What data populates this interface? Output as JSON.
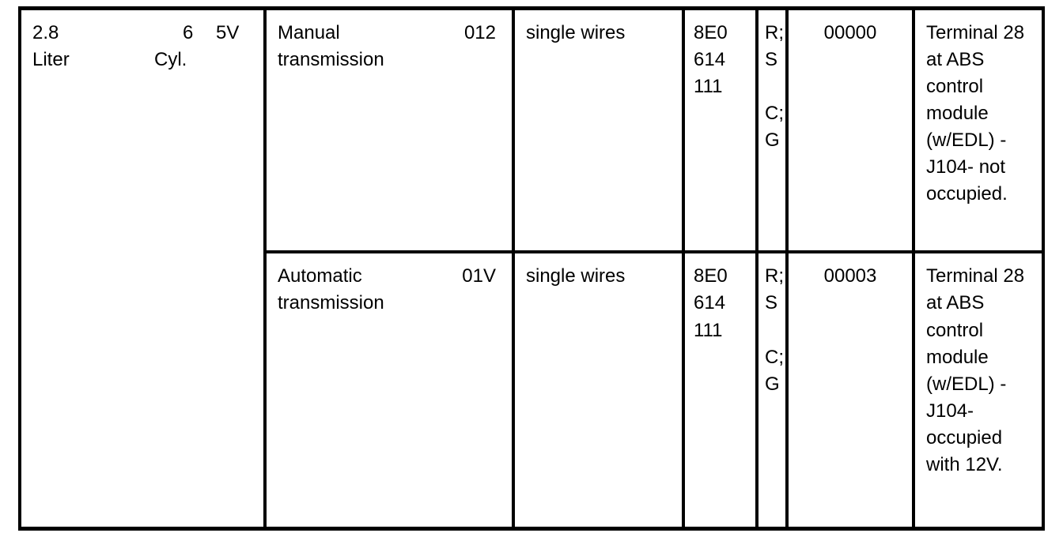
{
  "document": {
    "type": "specification-table",
    "columns": 7,
    "rows": 2
  },
  "table": {
    "rows": [
      {
        "vehicle": {
          "displacement": "2.8",
          "displacement_unit": "Liter",
          "cylinders": "6",
          "cylinders_unit": "Cyl.",
          "valves": "5V"
        },
        "transmission": {
          "label": "Manual transmission",
          "label_line1": "Manual",
          "label_line2": "transmission",
          "code": "012"
        },
        "wiring": "single wires",
        "part_number": {
          "full": "8E0 614 111",
          "line1": "8E0",
          "line2": "614",
          "line3": "111"
        },
        "code": {
          "full": "R; S  C; G",
          "line1": "R;",
          "line2": "S",
          "line3": "C;",
          "line4": "G"
        },
        "index": "00000",
        "note": "Terminal 28 at ABS control module (w/EDL) - J104- not occupied."
      },
      {
        "vehicle": null,
        "transmission": {
          "label": "Automatic transmission",
          "label_line1": "Automatic",
          "label_line2": "transmission",
          "code": "01V"
        },
        "wiring": "single wires",
        "part_number": {
          "full": "8E0 614 111",
          "line1": "8E0",
          "line2": "614",
          "line3": "111"
        },
        "code": {
          "full": "R; S  C; G",
          "line1": "R;",
          "line2": "S",
          "line3": "C;",
          "line4": "G"
        },
        "index": "00003",
        "note": "Terminal 28 at ABS control module (w/EDL) - J104- occupied with 12V."
      }
    ]
  },
  "colors": {
    "ink": "#000000",
    "paper": "#ffffff"
  }
}
